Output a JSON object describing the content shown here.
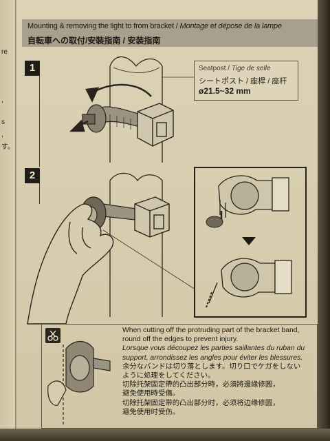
{
  "header": {
    "title_en": "Mounting & removing the light to from bracket",
    "title_sep": " / ",
    "title_fr": "Montage et dépose de la lampe",
    "title_ja": "自転車への取付/安裝指南 / 安装指南"
  },
  "steps": [
    {
      "number": "1"
    },
    {
      "number": "2"
    }
  ],
  "size_box": {
    "line1_en": "Seatpost",
    "line1_sep": " / ",
    "line1_fr": "Tige de selle",
    "line2": "シートポスト / 座桿 / 座杆",
    "line3": "ø21.5~32 mm"
  },
  "warning": {
    "lines": [
      "When cutting off the protruding part of the bracket band,",
      "round off the edges to prevent injury.",
      "Lorsque vous découpez les parties saillantes du ruban du",
      "support, arrondissez les angles pour éviter les blessures.",
      "余分なバンドは切り落とします。切り口でケガをしない",
      "ように処理をしてください。",
      "切除托架固定帶的凸出部分時，必須將邊緣修圓，",
      "避免使用時受傷。",
      "切除托架固定带的凸出部分时，必须将边缘修圆，",
      "避免使用时受伤。"
    ]
  },
  "side_fragments": [
    "re",
    "",
    ",",
    "s",
    ",",
    "す。"
  ],
  "colors": {
    "paper": "#d8cdaf",
    "header_band": "#a8a08c",
    "ink": "#1d1a14"
  }
}
